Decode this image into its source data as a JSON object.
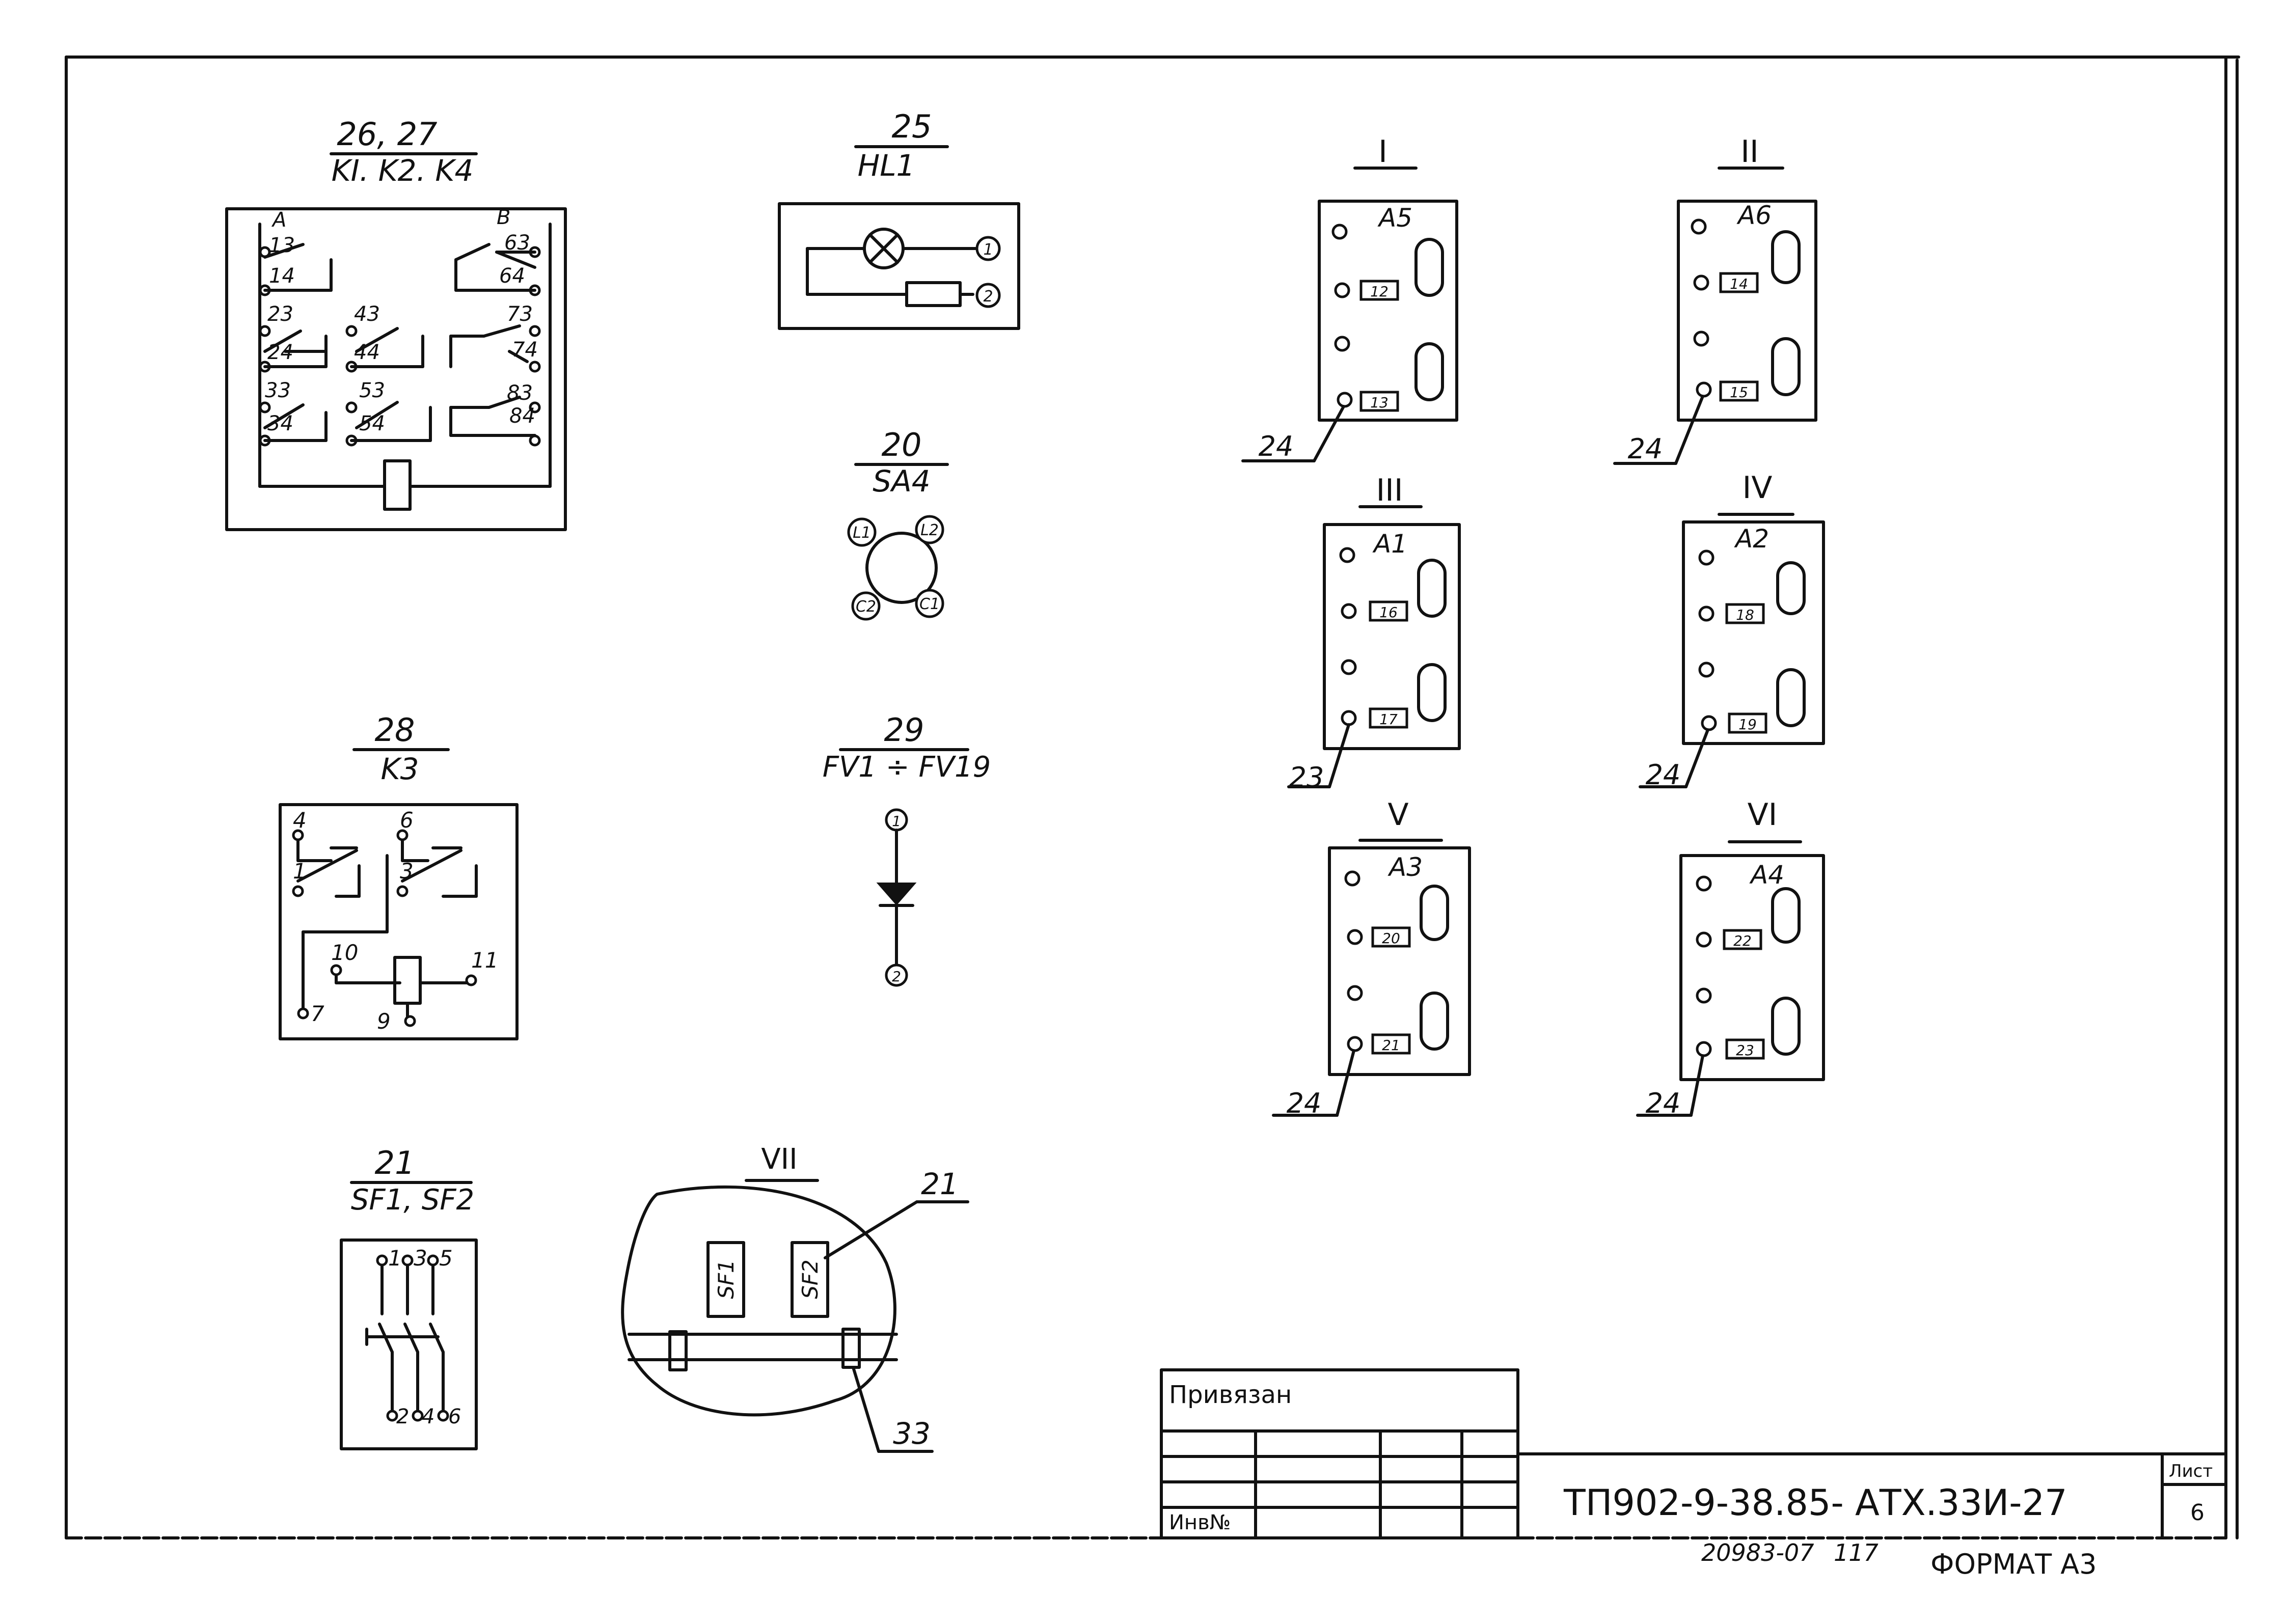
{
  "relays_k1_k2_k4": {
    "pos": "26, 27",
    "designation": "KI. K2. K4",
    "terminals": [
      "A",
      "13",
      "14",
      "23",
      "24",
      "33",
      "34",
      "43",
      "44",
      "53",
      "54",
      "B",
      "63",
      "64",
      "73",
      "74",
      "83",
      "84"
    ]
  },
  "lamp_hl1": {
    "pos": "25",
    "designation": "HL1",
    "terminals": [
      "1",
      "2"
    ]
  },
  "switch_sa4": {
    "pos": "20",
    "designation": "SA4",
    "terminals": [
      "L1",
      "L2",
      "C2",
      "C1"
    ]
  },
  "relay_k3": {
    "pos": "28",
    "designation": "K3",
    "terminals": [
      "4",
      "1",
      "6",
      "3",
      "10",
      "11",
      "7",
      "9"
    ]
  },
  "arrester": {
    "pos": "29",
    "designation": "FV1 ÷ FV19",
    "terminals": [
      "1",
      "2"
    ]
  },
  "breakers": {
    "pos": "21",
    "designation": "SF1, SF2",
    "terminals": [
      "1",
      "3",
      "5",
      "2",
      "4",
      "6"
    ]
  },
  "view_vii": {
    "title": "VII",
    "left_label": "SF1",
    "right_label": "SF2",
    "callout_top": "21",
    "callout_bottom": "33"
  },
  "panels": [
    {
      "roman": "I",
      "name": "A5",
      "term_top": "12",
      "term_bottom": "13",
      "callout": "24"
    },
    {
      "roman": "II",
      "name": "A6",
      "term_top": "14",
      "term_bottom": "15",
      "callout": "24"
    },
    {
      "roman": "III",
      "name": "A1",
      "term_top": "16",
      "term_bottom": "17",
      "callout": "23"
    },
    {
      "roman": "IV",
      "name": "A2",
      "term_top": "18",
      "term_bottom": "19",
      "callout": "24"
    },
    {
      "roman": "V",
      "name": "A3",
      "term_top": "20",
      "term_bottom": "21",
      "callout": "24"
    },
    {
      "roman": "VI",
      "name": "A4",
      "term_top": "22",
      "term_bottom": "23",
      "callout": "24"
    }
  ],
  "title_block": {
    "tied": "Привязан",
    "inv_no": "Инв№",
    "doc_code": "ТП902-9-38.85- АТХ.33И-27",
    "sheet_label": "Лист",
    "sheet_no": "6",
    "archive": "20983-07",
    "page_code": "117",
    "format": "ФОРМАТ А3"
  }
}
